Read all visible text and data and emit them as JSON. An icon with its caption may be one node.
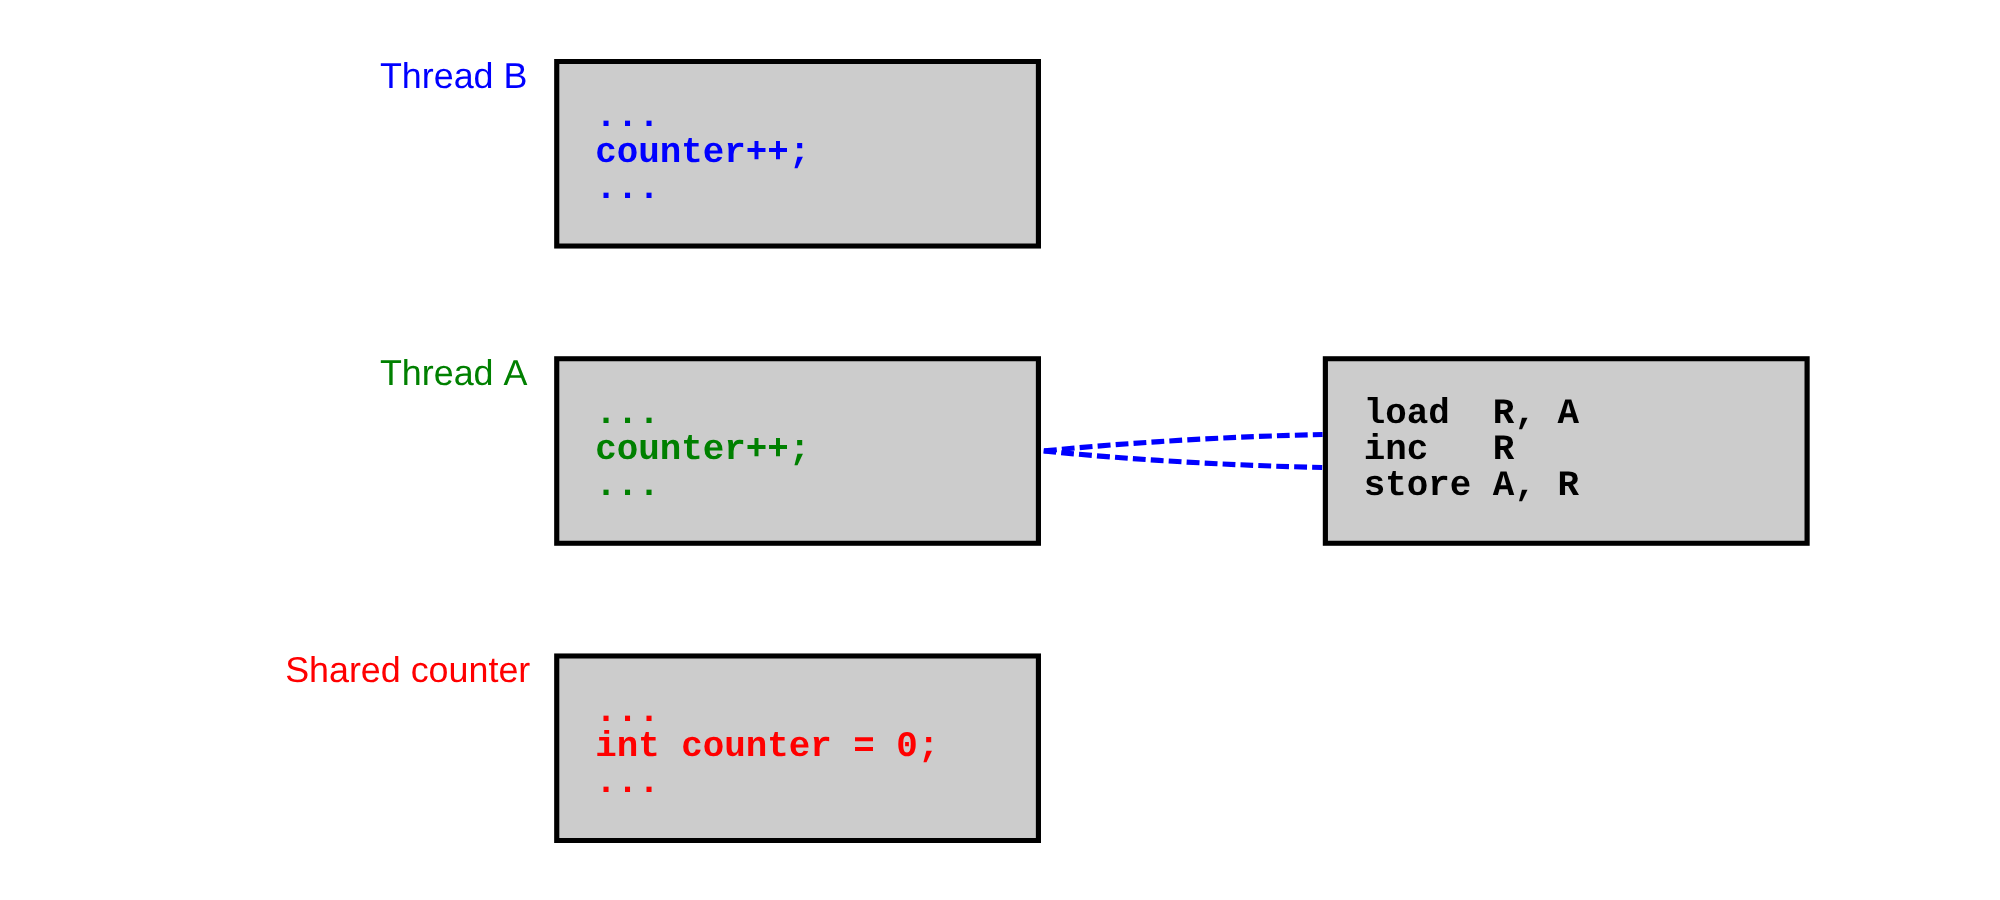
{
  "diagram": {
    "nodes": [
      {
        "text": [
          "Shared counter",
          "...",
          "int counter = 0;",
          "..."
        ]
      },
      {
        "text": [
          "Thread A",
          "...",
          "counter++;",
          "..."
        ]
      },
      {
        "text": [
          "Thread B",
          "...",
          "counter++;",
          "..."
        ]
      },
      {
        "text": [
          "load  R, A",
          "inc   R",
          "store A, R"
        ]
      }
    ],
    "edges": [
      {
        "from": 1,
        "to": 3,
        "arrow": "none",
        "style": "dashed",
        "color": "#0000ff"
      },
      {
        "from": 1,
        "to": 3,
        "arrow": "none",
        "style": "dashed",
        "color": "#0000ff"
      }
    ]
  }
}
